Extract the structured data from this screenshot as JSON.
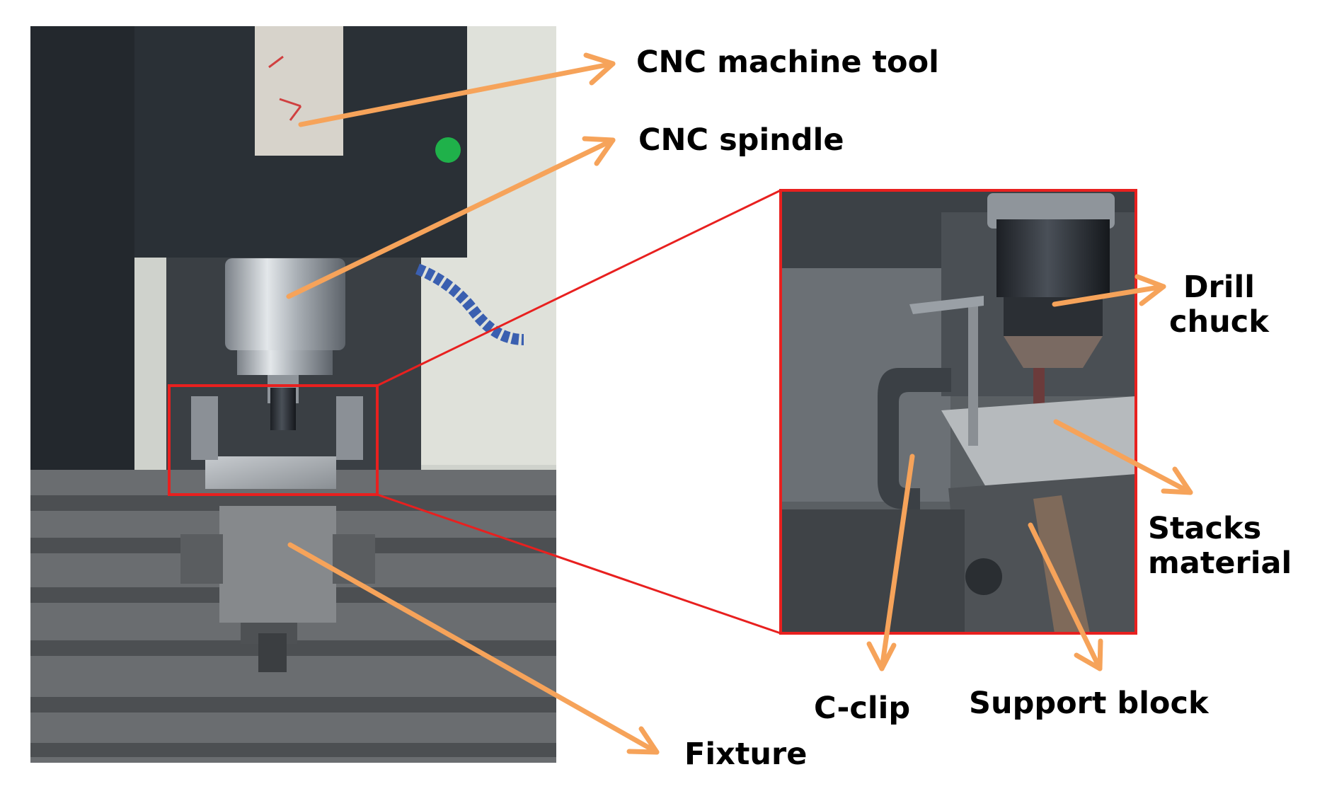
{
  "labels": {
    "cnc_machine_tool": "CNC machine tool",
    "cnc_spindle": "CNC spindle",
    "drill_chuck_line1": "Drill",
    "drill_chuck_line2": "chuck",
    "stacks_line1": "Stacks",
    "stacks_line2": "material",
    "c_clip": "C-clip",
    "support_block": "Support block",
    "fixture": "Fixture"
  },
  "colors": {
    "arrow": "#f6a35a",
    "highlight_box": "#e8201f",
    "machine_body": "#2a3036",
    "spindle": "#b9bfc6",
    "table": "#6f7275",
    "wall": "#d9dcd4",
    "indicator_light": "#1fb14a"
  }
}
